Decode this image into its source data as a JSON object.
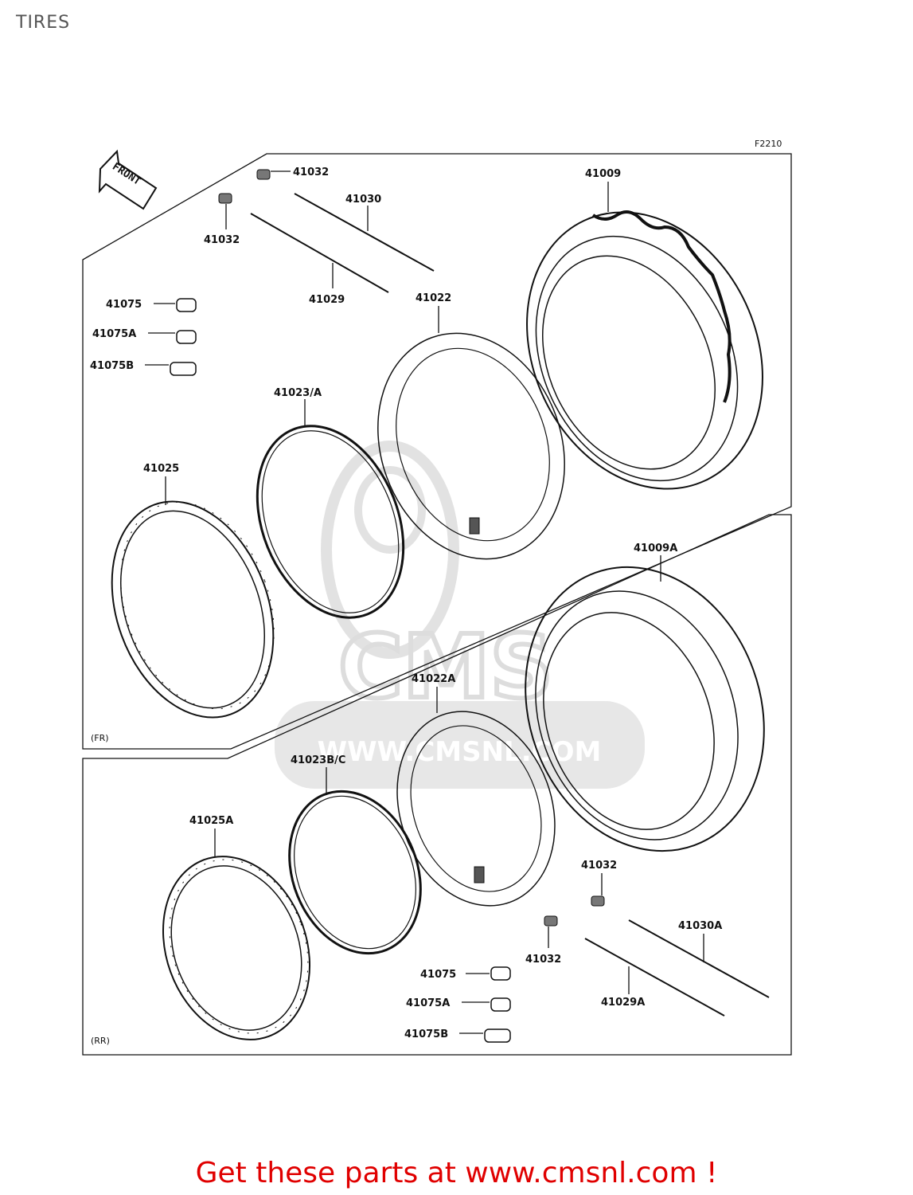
{
  "page": {
    "title": "TIRES"
  },
  "diagram": {
    "figure_code": "F2210",
    "direction_label": "FRONT",
    "watermark": {
      "brand": "CMS",
      "url": "WWW.CMSNL.COM"
    },
    "sections": {
      "front": "(FR)",
      "rear": "(RR)"
    },
    "callouts": {
      "fr_41032_a": "41032",
      "fr_41032_b": "41032",
      "fr_41030": "41030",
      "fr_41029": "41029",
      "fr_41009": "41009",
      "fr_41022": "41022",
      "fr_41075": "41075",
      "fr_41075A": "41075A",
      "fr_41075B": "41075B",
      "fr_41023": "41023/A",
      "fr_41025": "41025",
      "rr_41009A": "41009A",
      "rr_41022A": "41022A",
      "rr_41023": "41023B/C",
      "rr_41025A": "41025A",
      "rr_41032_a": "41032",
      "rr_41032_b": "41032",
      "rr_41030A": "41030A",
      "rr_41029A": "41029A",
      "rr_41075": "41075",
      "rr_41075A": "41075A",
      "rr_41075B": "41075B"
    }
  },
  "footer": {
    "text": "Get these parts at www.cmsnl.com !"
  },
  "colors": {
    "footer_text": "#e00000",
    "line": "#111111",
    "watermark": "#c8c8c8"
  }
}
